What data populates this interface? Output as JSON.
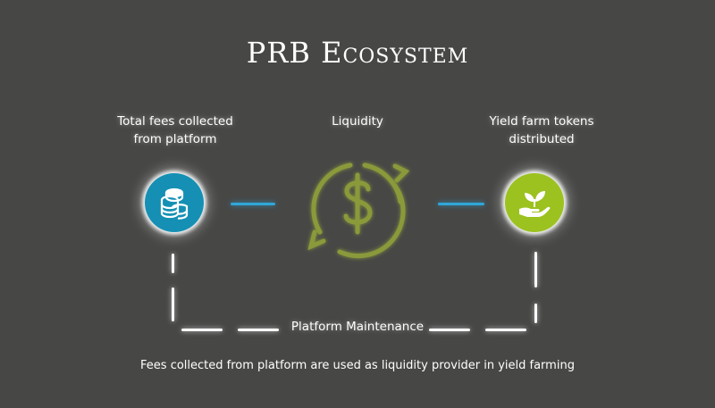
{
  "title": "PRB Ecosystem",
  "nodes": {
    "left": {
      "label": "Total fees collected from platform",
      "icon": "coins-icon"
    },
    "center": {
      "label": "Liquidity",
      "icon": "dollar-cycle-icon"
    },
    "right": {
      "label": "Yield farm tokens distributed",
      "icon": "hand-plant-icon"
    }
  },
  "loop_label": "Platform Maintenance",
  "caption": "Fees collected from platform are used as liquidity provider in yield farming",
  "colors": {
    "background": "#474746",
    "left_circle": "#1590b4",
    "right_circle": "#9bc21f",
    "liquidity": "#8a9a3a",
    "connector": "#2fa6d8"
  }
}
